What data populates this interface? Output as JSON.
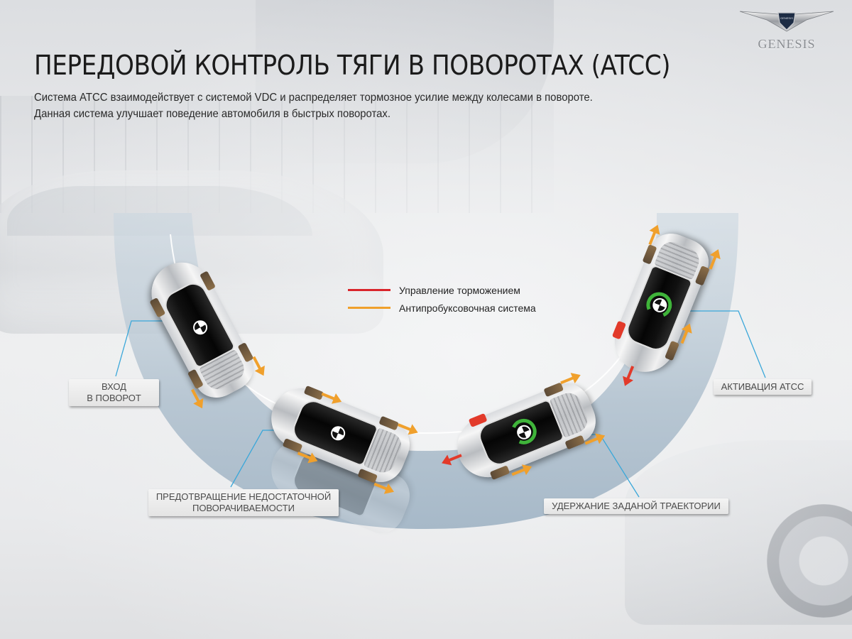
{
  "brand": {
    "logo_text": "GENESIS"
  },
  "title": "ПЕРЕДОВОЙ КОНТРОЛЬ ТЯГИ В ПОВОРОТАХ (ATCC)",
  "subtitle": {
    "line1": "Система ATCC взаимодействует с системой VDC и распределяет тормозное усилие между колесами в повороте.",
    "line2": "Данная система улучшает поведение автомобиля в быстрых поворотах."
  },
  "legend": {
    "items": [
      {
        "label": "Управление торможением",
        "color": "#d9242b"
      },
      {
        "label": "Антипробуксовочная система",
        "color": "#f0a02c"
      }
    ]
  },
  "callouts": {
    "entry": {
      "line1": "ВХОД",
      "line2": "В ПОВОРОТ"
    },
    "activation": "АКТИВАЦИЯ ATCC",
    "understeer": {
      "line1": "ПРЕДОТВРАЩЕНИЕ НЕДОСТАТОЧНОЙ",
      "line2": "ПОВОРАЧИВАЕМОСТИ"
    },
    "trajectory": "УДЕРЖАНИЕ ЗАДАНОЙ ТРАЕКТОРИИ"
  },
  "colors": {
    "arc_fill": "#b9c9d6",
    "leader_line": "#3aa7d9",
    "brake_arrow": "#e23a2a",
    "traction_arrow": "#f0a02c",
    "yaw_arrow": "#3fb43a"
  },
  "icons": {
    "logo": "genesis-wings-icon",
    "cg_marker": "center-of-gravity-icon",
    "yaw": "rotation-arrow-icon",
    "force": "force-arrow-icon"
  }
}
